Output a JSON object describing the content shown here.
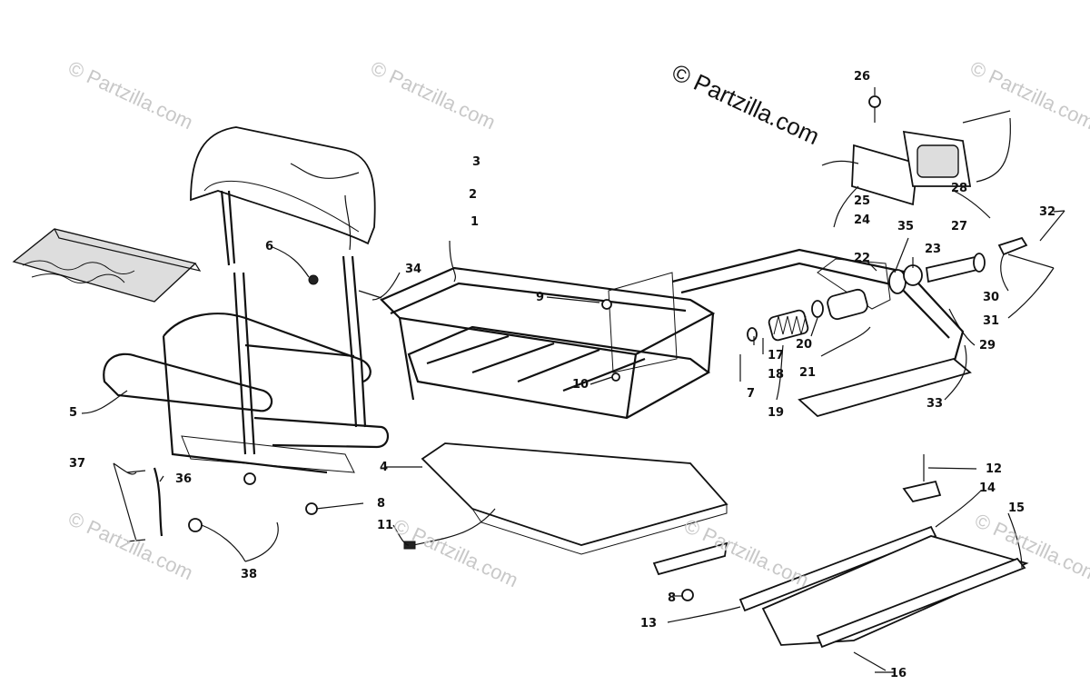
{
  "watermark": {
    "main": "© Partzilla.com",
    "faint": "© Partzilla.com"
  },
  "callouts": [
    {
      "id": "1",
      "label": "1"
    },
    {
      "id": "2",
      "label": "2"
    },
    {
      "id": "3",
      "label": "3"
    },
    {
      "id": "4",
      "label": "4"
    },
    {
      "id": "5",
      "label": "5"
    },
    {
      "id": "6",
      "label": "6"
    },
    {
      "id": "7",
      "label": "7"
    },
    {
      "id": "8a",
      "label": "8"
    },
    {
      "id": "8b",
      "label": "8"
    },
    {
      "id": "9",
      "label": "9"
    },
    {
      "id": "10",
      "label": "10"
    },
    {
      "id": "11",
      "label": "11"
    },
    {
      "id": "12",
      "label": "12"
    },
    {
      "id": "13",
      "label": "13"
    },
    {
      "id": "14",
      "label": "14"
    },
    {
      "id": "15",
      "label": "15"
    },
    {
      "id": "16",
      "label": "16"
    },
    {
      "id": "17",
      "label": "17"
    },
    {
      "id": "18",
      "label": "18"
    },
    {
      "id": "19",
      "label": "19"
    },
    {
      "id": "20",
      "label": "20"
    },
    {
      "id": "21",
      "label": "21"
    },
    {
      "id": "22",
      "label": "22"
    },
    {
      "id": "23",
      "label": "23"
    },
    {
      "id": "24",
      "label": "24"
    },
    {
      "id": "25",
      "label": "25"
    },
    {
      "id": "26",
      "label": "26"
    },
    {
      "id": "27",
      "label": "27"
    },
    {
      "id": "28",
      "label": "28"
    },
    {
      "id": "29",
      "label": "29"
    },
    {
      "id": "30",
      "label": "30"
    },
    {
      "id": "31",
      "label": "31"
    },
    {
      "id": "32",
      "label": "32"
    },
    {
      "id": "33",
      "label": "33"
    },
    {
      "id": "34",
      "label": "34"
    },
    {
      "id": "35",
      "label": "35"
    },
    {
      "id": "36",
      "label": "36"
    },
    {
      "id": "37",
      "label": "37"
    },
    {
      "id": "38",
      "label": "38"
    }
  ]
}
